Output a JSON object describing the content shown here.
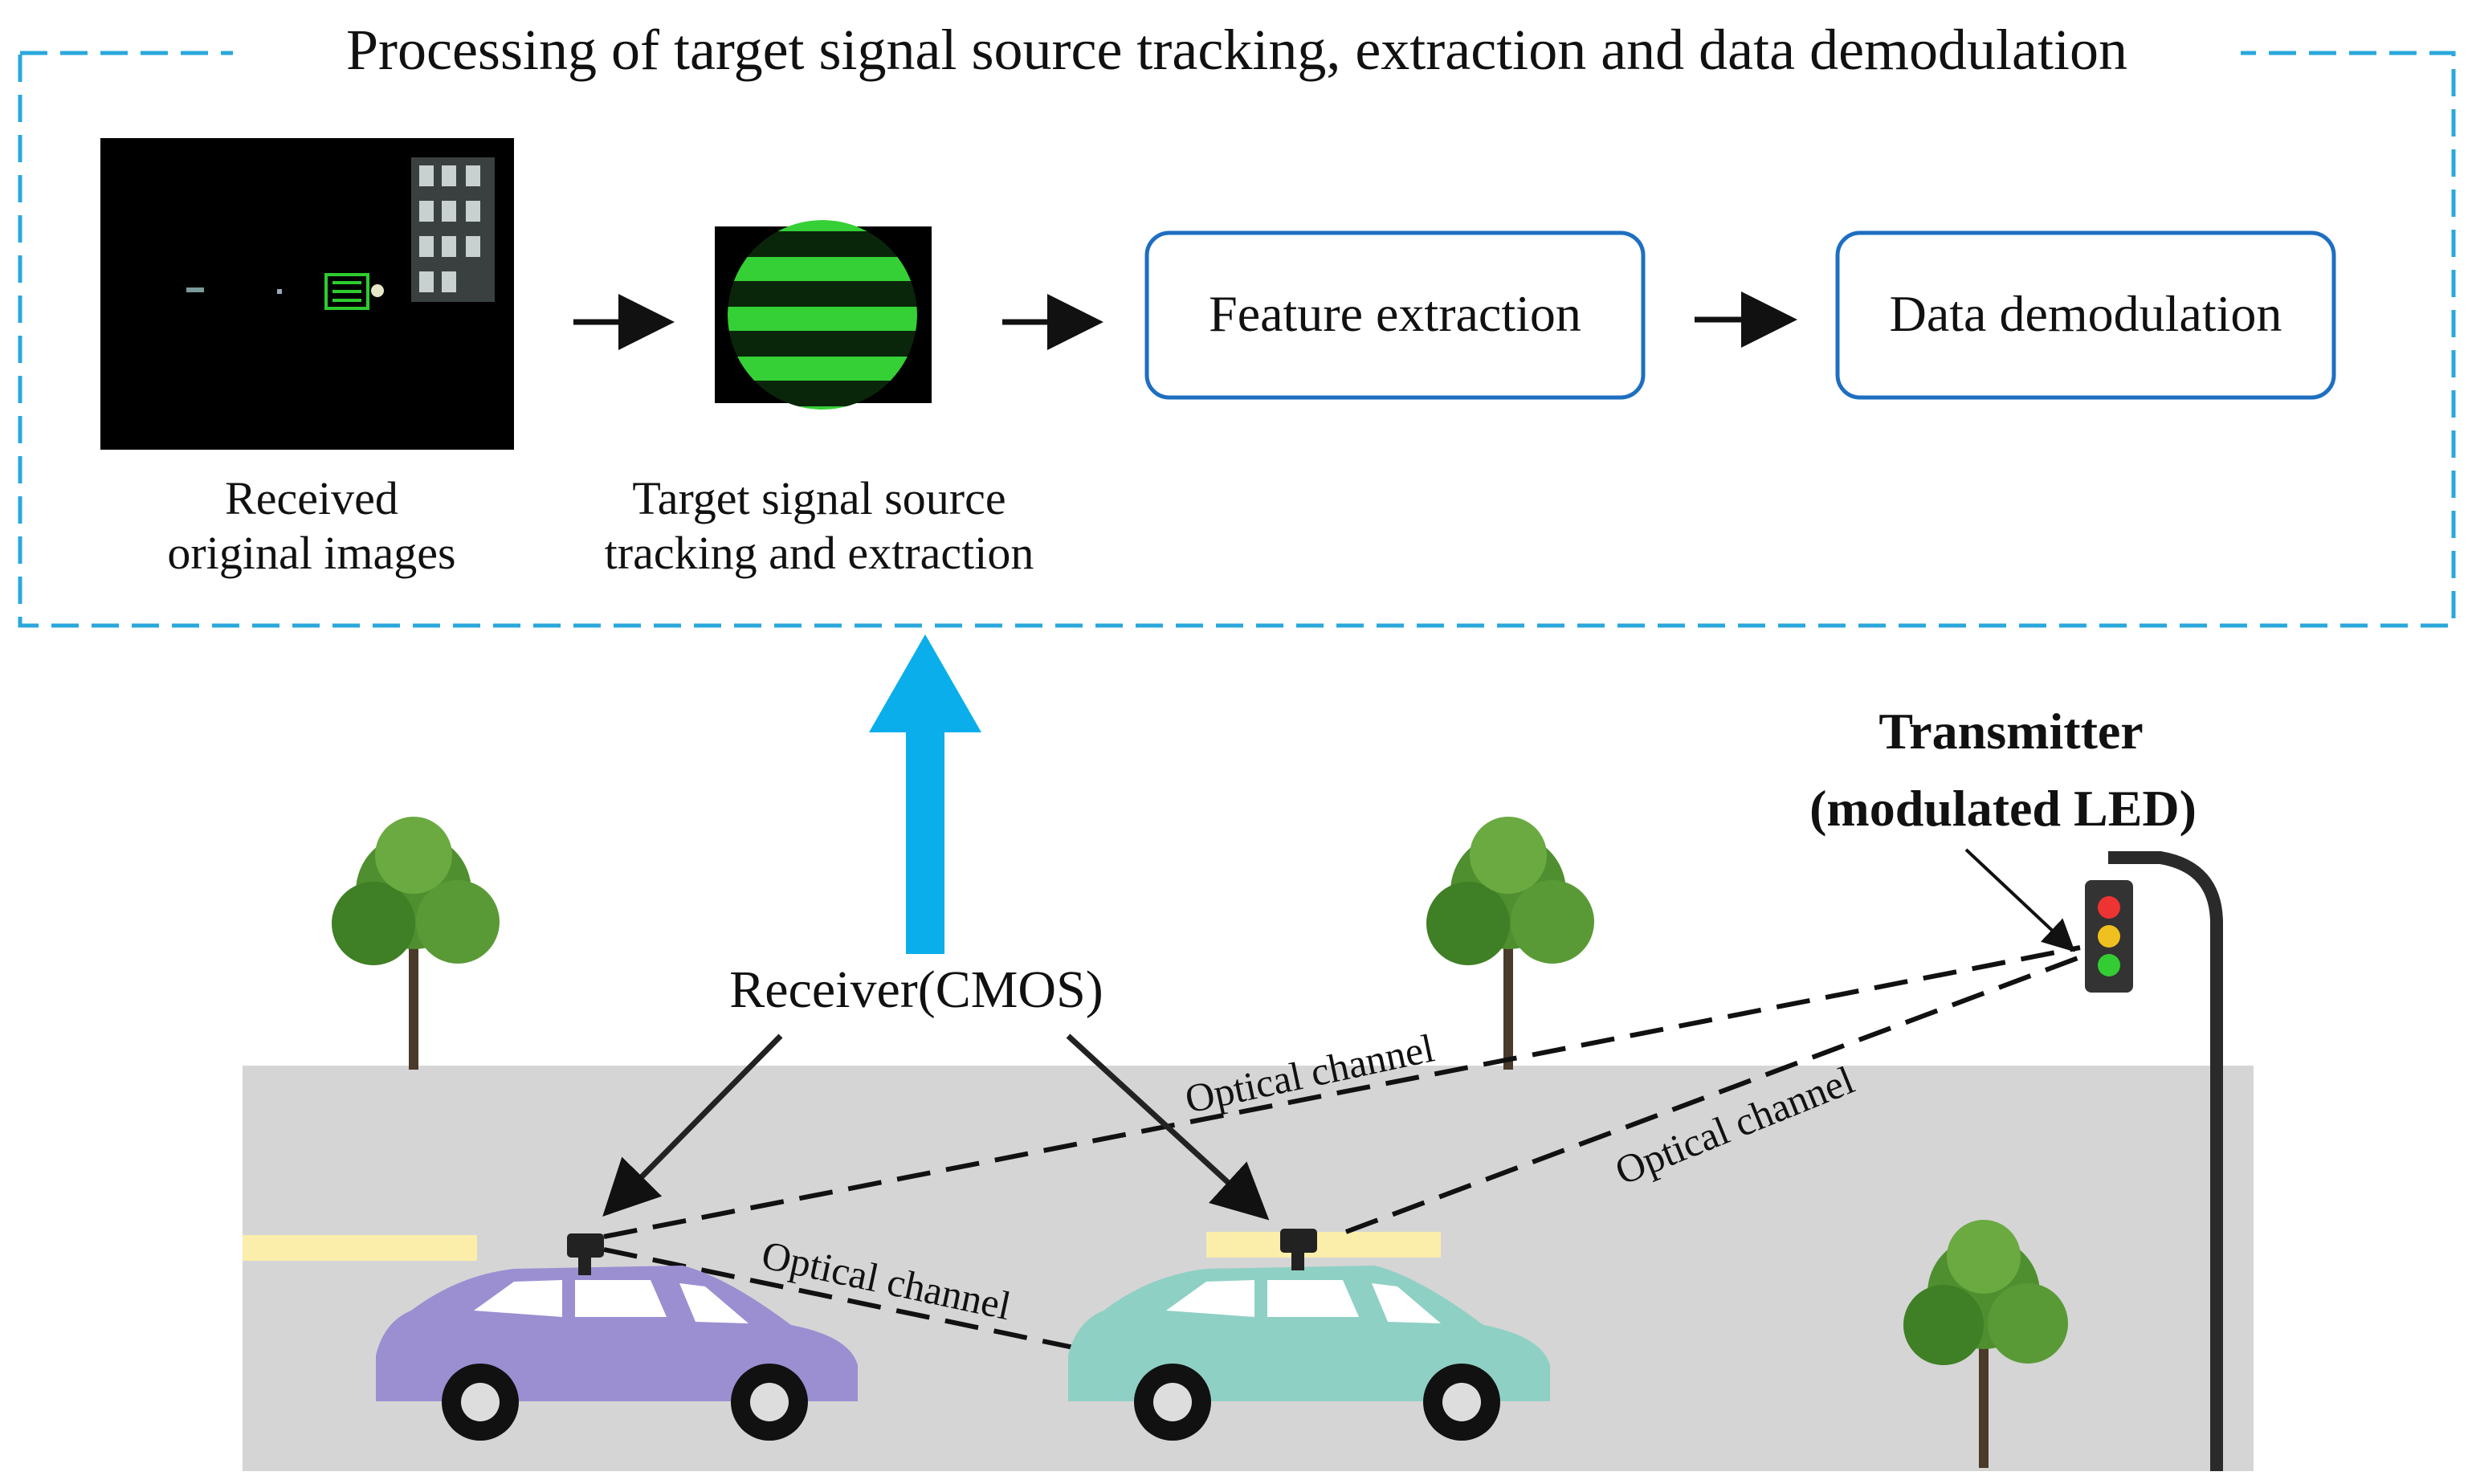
{
  "panel": {
    "title": "Processing of target signal source tracking, extraction and data demodulation",
    "stage1_label_line1": "Received",
    "stage1_label_line2": "original images",
    "stage2_label_line1": "Target signal source",
    "stage2_label_line2": "tracking and extraction",
    "box_feature": "Feature extraction",
    "box_demod": "Data demodulation"
  },
  "scene": {
    "receiver_label": "Receiver(CMOS)",
    "transmitter_line1": "Transmitter",
    "transmitter_line2": "(modulated LED)",
    "channel_label_top": "Optical channel",
    "channel_label_right": "Optical channel",
    "channel_label_bottom": "Optical channel"
  },
  "colors": {
    "panel_border": "#2aa8dc",
    "big_arrow": "#0aaeea",
    "road": "#d5d5d5",
    "lane_mark": "#fbeeaa",
    "car1": "#9b8fd2",
    "car2": "#8fd0c4",
    "signal_green": "#2ecc2e",
    "box_border": "#1e6fc0"
  }
}
